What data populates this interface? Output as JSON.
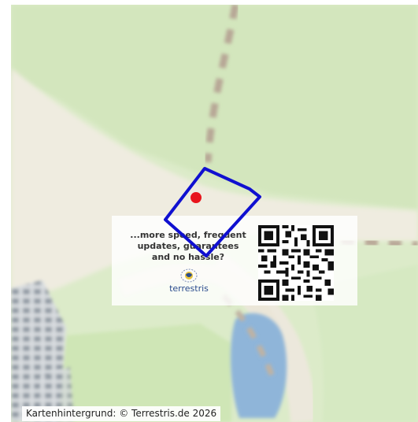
{
  "map": {
    "promo": {
      "lines": [
        "...more speed, frequent",
        "updates, guarantees",
        "and no hassle?"
      ],
      "logo_text": "terrestris",
      "logo_icon": "terrestris-globe-logo",
      "qr_icon": "qr-code"
    },
    "attribution": "Kartenhintergrund: © Terrestris.de 2026",
    "marker": {
      "color": "#e8141b"
    },
    "boundary": {
      "color": "#1010d0"
    },
    "colors": {
      "grass": "#dfe9cf",
      "path": "#f1eee4",
      "water": "#8fb5d9",
      "buildings": "#a9b0b8",
      "trail": "#b4a594"
    }
  }
}
